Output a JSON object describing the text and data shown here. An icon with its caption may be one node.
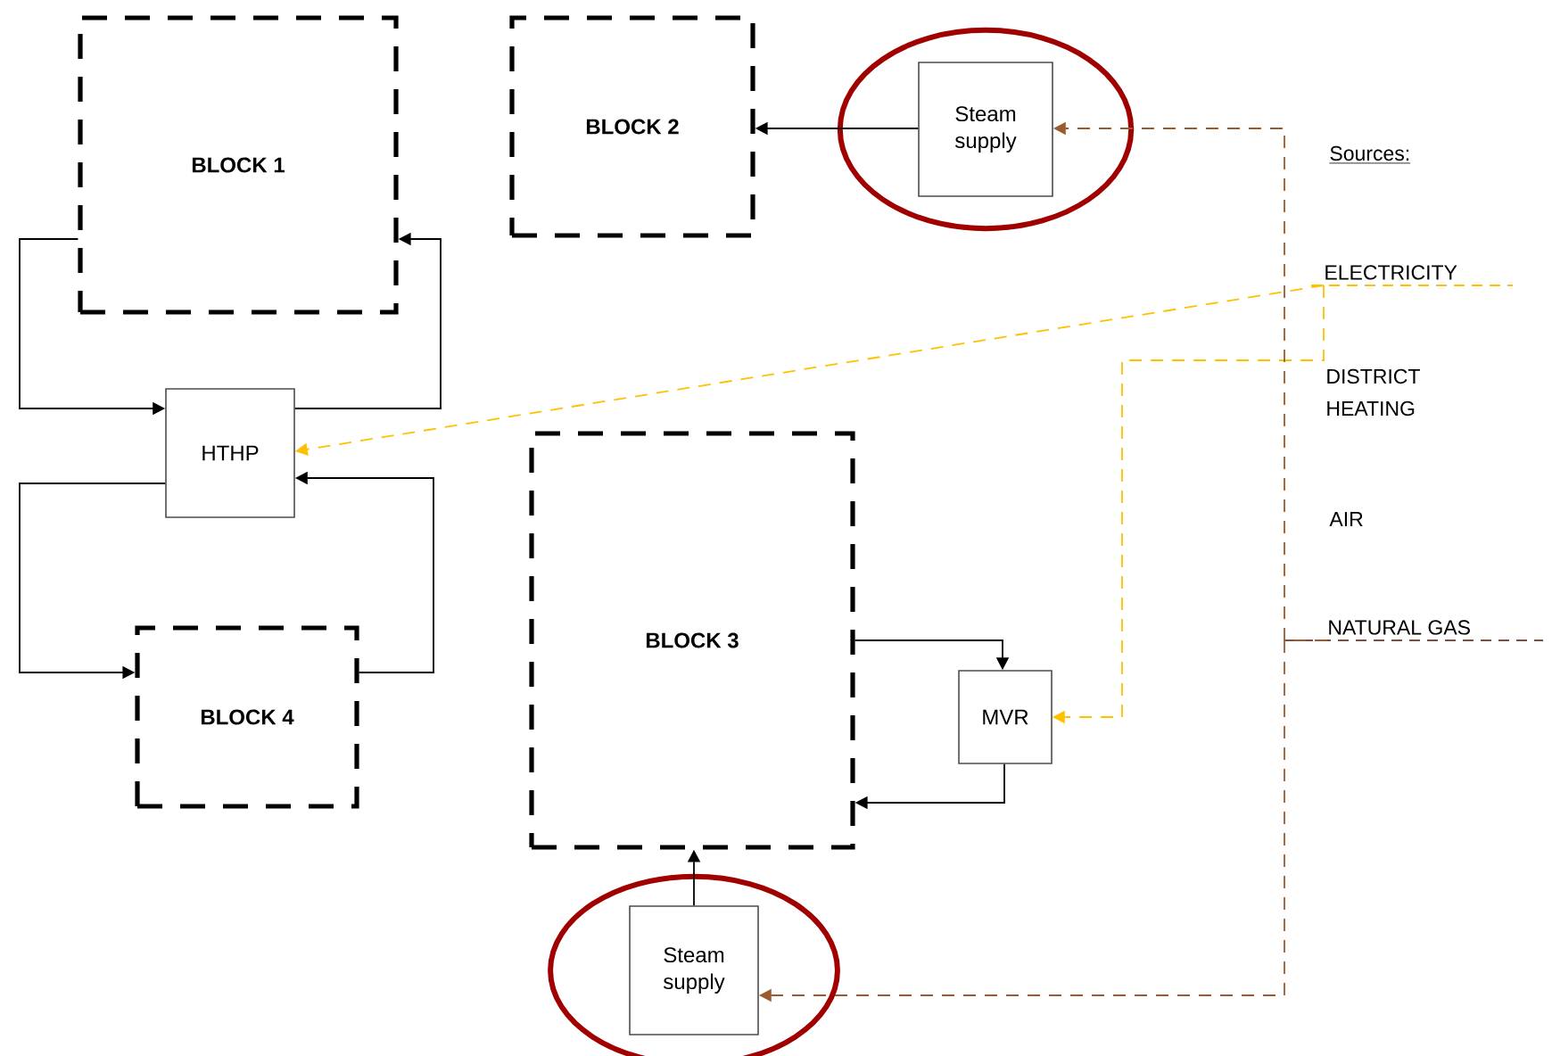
{
  "diagram": {
    "nodes": [
      {
        "text": [
          "BLOCK 1"
        ]
      },
      {
        "text": [
          "BLOCK 2"
        ]
      },
      {
        "text": [],
        "shape": "ellipse"
      },
      {
        "text": [
          "Steam supply"
        ],
        "in": 2
      },
      {
        "text": [
          "HTHP"
        ]
      },
      {
        "text": [
          "BLOCK 3"
        ]
      },
      {
        "text": [
          "MVR"
        ]
      },
      {
        "text": [
          "BLOCK 4"
        ]
      },
      {
        "text": [],
        "shape": "ellipse"
      },
      {
        "text": [
          "Steam supply"
        ],
        "in": 8
      },
      {
        "text": [
          "ELECTRICITY"
        ]
      },
      {
        "text": [
          "NATURAL GAS"
        ]
      }
    ],
    "edges": [
      {
        "from": 3,
        "to": 1,
        "arrow": "to"
      },
      {
        "from": 0,
        "to": 4,
        "arrow": "to"
      },
      {
        "from": 4,
        "to": 0,
        "arrow": "to"
      },
      {
        "from": 4,
        "to": 7,
        "arrow": "to"
      },
      {
        "from": 7,
        "to": 4,
        "arrow": "to"
      },
      {
        "from": 5,
        "to": 6,
        "arrow": "to"
      },
      {
        "from": 6,
        "to": 5,
        "arrow": "to"
      },
      {
        "from": 9,
        "to": 5,
        "arrow": "to"
      },
      {
        "from": 10,
        "to": 4,
        "arrow": "to",
        "style": "dashed",
        "color": "#ffc000"
      },
      {
        "from": 10,
        "to": 6,
        "arrow": "to",
        "style": "dashed",
        "color": "#ffc000"
      },
      {
        "from": 11,
        "to": 3,
        "arrow": "to",
        "style": "dashed",
        "color": "#9c5b2e"
      },
      {
        "from": 11,
        "to": 9,
        "arrow": "to",
        "style": "dashed",
        "color": "#9c5b2e"
      }
    ],
    "labels": [
      "Sources:",
      "DISTRICT HEATING",
      "AIR"
    ]
  }
}
